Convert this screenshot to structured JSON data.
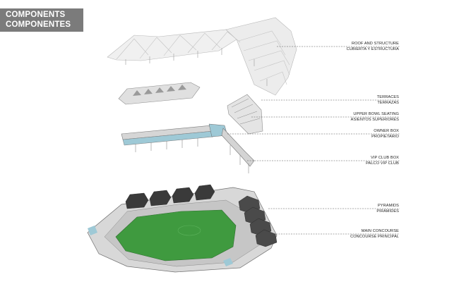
{
  "title": {
    "line1": "COMPONENTS",
    "line2": "COMPONENTES"
  },
  "components": [
    {
      "en": "ROOF AND STRUCTURE",
      "es": "CUBIERTA Y ESTRUCTURA"
    },
    {
      "en": "TERRACES",
      "es": "TERRAZAS"
    },
    {
      "en": "UPPER BOWL SEATING",
      "es": "ASIENTOS SUPERIORES"
    },
    {
      "en": "OWNER BOX",
      "es": "PROPIETARIO"
    },
    {
      "en": "VIP CLUB BOX",
      "es": "PALCO VIP CLUB"
    },
    {
      "en": "PYRAMIDS",
      "es": "PIRÁMIDES"
    },
    {
      "en": "MAIN CONCOURSE",
      "es": "CONCOURSE PRINCIPAL"
    }
  ],
  "colors": {
    "title_bg": "#7b7b7b",
    "field": "#3f9a3f",
    "glass": "#9ec9d6",
    "structure": "#d8d8d8",
    "dark_block": "#3a3a3a"
  }
}
